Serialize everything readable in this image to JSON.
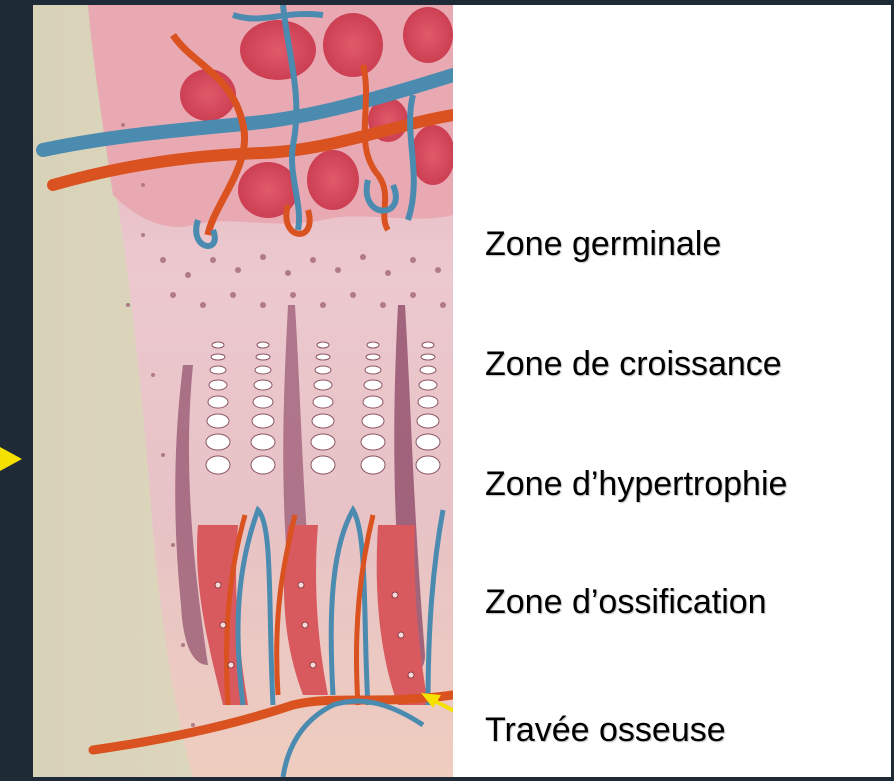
{
  "labels": {
    "zone1": "Zone germinale",
    "zone2": "Zone de croissance",
    "zone3": "Zone d’hypertrophie",
    "zone4": "Zone d’ossification",
    "zone5": "Travée osseuse"
  },
  "colors": {
    "background": "#1f2a37",
    "arrow": "#f6e000",
    "artery": "#d9521f",
    "vein": "#4b8bb0",
    "cartilage": "#e9c3cc"
  }
}
